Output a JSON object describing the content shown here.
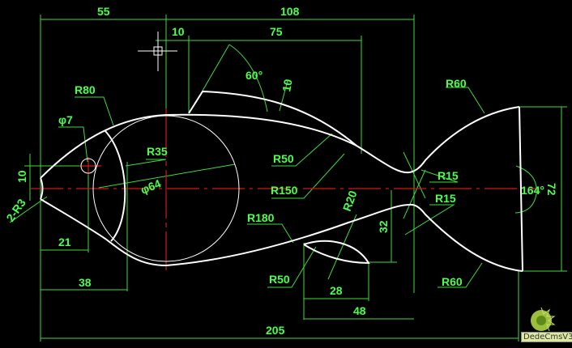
{
  "drawing": {
    "dimensions": {
      "overall_left": "55",
      "overall_right": "108",
      "fin_offset": "10",
      "fin_width": "75",
      "fin_angle": "60°",
      "fin_height": "10",
      "mouth_height": "10",
      "mouth_radius": "2-R3",
      "eye_diameter": "φ7",
      "eye_offset": "21",
      "gill_offset": "38",
      "head_radius": "R80",
      "gill_radius": "R35",
      "body_circle": "φ64",
      "belly_radius": "R180",
      "back_radius": "R50",
      "upper_radius": "R150",
      "lower_fin_radius": "R50",
      "lower_fin_arc": "R20",
      "lower_fin_drop": "32",
      "lower_fin_width": "28",
      "lower_fin_span": "48",
      "tail_upper_radius": "R60",
      "tail_lower_radius": "R60",
      "tail_joint_upper": "R15",
      "tail_joint_lower": "R15",
      "tail_angle": "164°",
      "tail_height": "72",
      "total_length": "205"
    },
    "colors": {
      "background": "#000000",
      "dimension": "#3ddc3d",
      "geometry": "#ffffff",
      "centerline": "#d01818"
    }
  },
  "watermark": {
    "label": "DedeCmsV3"
  }
}
